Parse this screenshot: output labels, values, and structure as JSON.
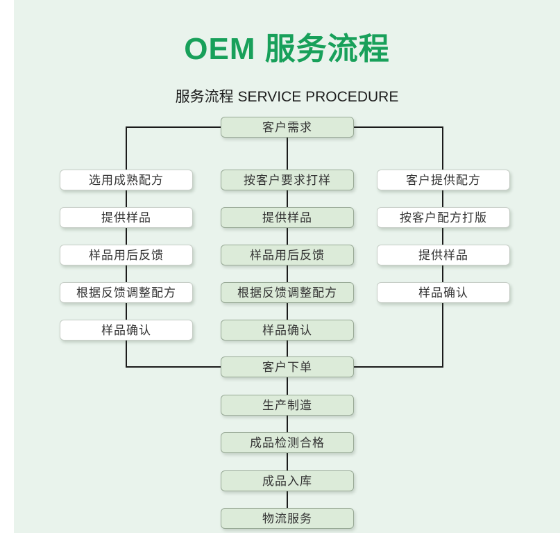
{
  "page": {
    "title": "OEM 服务流程",
    "subtitle": "服务流程 SERVICE PROCEDURE",
    "colors": {
      "title_green": "#18a05a",
      "background_green": "#e9f3ec",
      "green_box_fill": "#dcebd9",
      "green_box_border": "#98a996",
      "white_box_fill": "#ffffff",
      "white_box_border": "#c6cdc6",
      "connector_line": "#1b1b1b",
      "box_text": "#333333"
    }
  },
  "flowchart": {
    "top": {
      "label": "客户需求"
    },
    "left_column": [
      {
        "label": "选用成熟配方"
      },
      {
        "label": "提供样品"
      },
      {
        "label": "样品用后反馈"
      },
      {
        "label": "根据反馈调整配方"
      },
      {
        "label": "样品确认"
      }
    ],
    "middle_column": [
      {
        "label": "按客户要求打样"
      },
      {
        "label": "提供样品"
      },
      {
        "label": "样品用后反馈"
      },
      {
        "label": "根据反馈调整配方"
      },
      {
        "label": "样品确认"
      }
    ],
    "right_column": [
      {
        "label": "客户提供配方"
      },
      {
        "label": "按客户配方打版"
      },
      {
        "label": "提供样品"
      },
      {
        "label": "样品确认"
      }
    ],
    "bottom_sequence": [
      {
        "label": "客户下单"
      },
      {
        "label": "生产制造"
      },
      {
        "label": "成品检测合格"
      },
      {
        "label": "成品入库"
      },
      {
        "label": "物流服务"
      }
    ]
  }
}
